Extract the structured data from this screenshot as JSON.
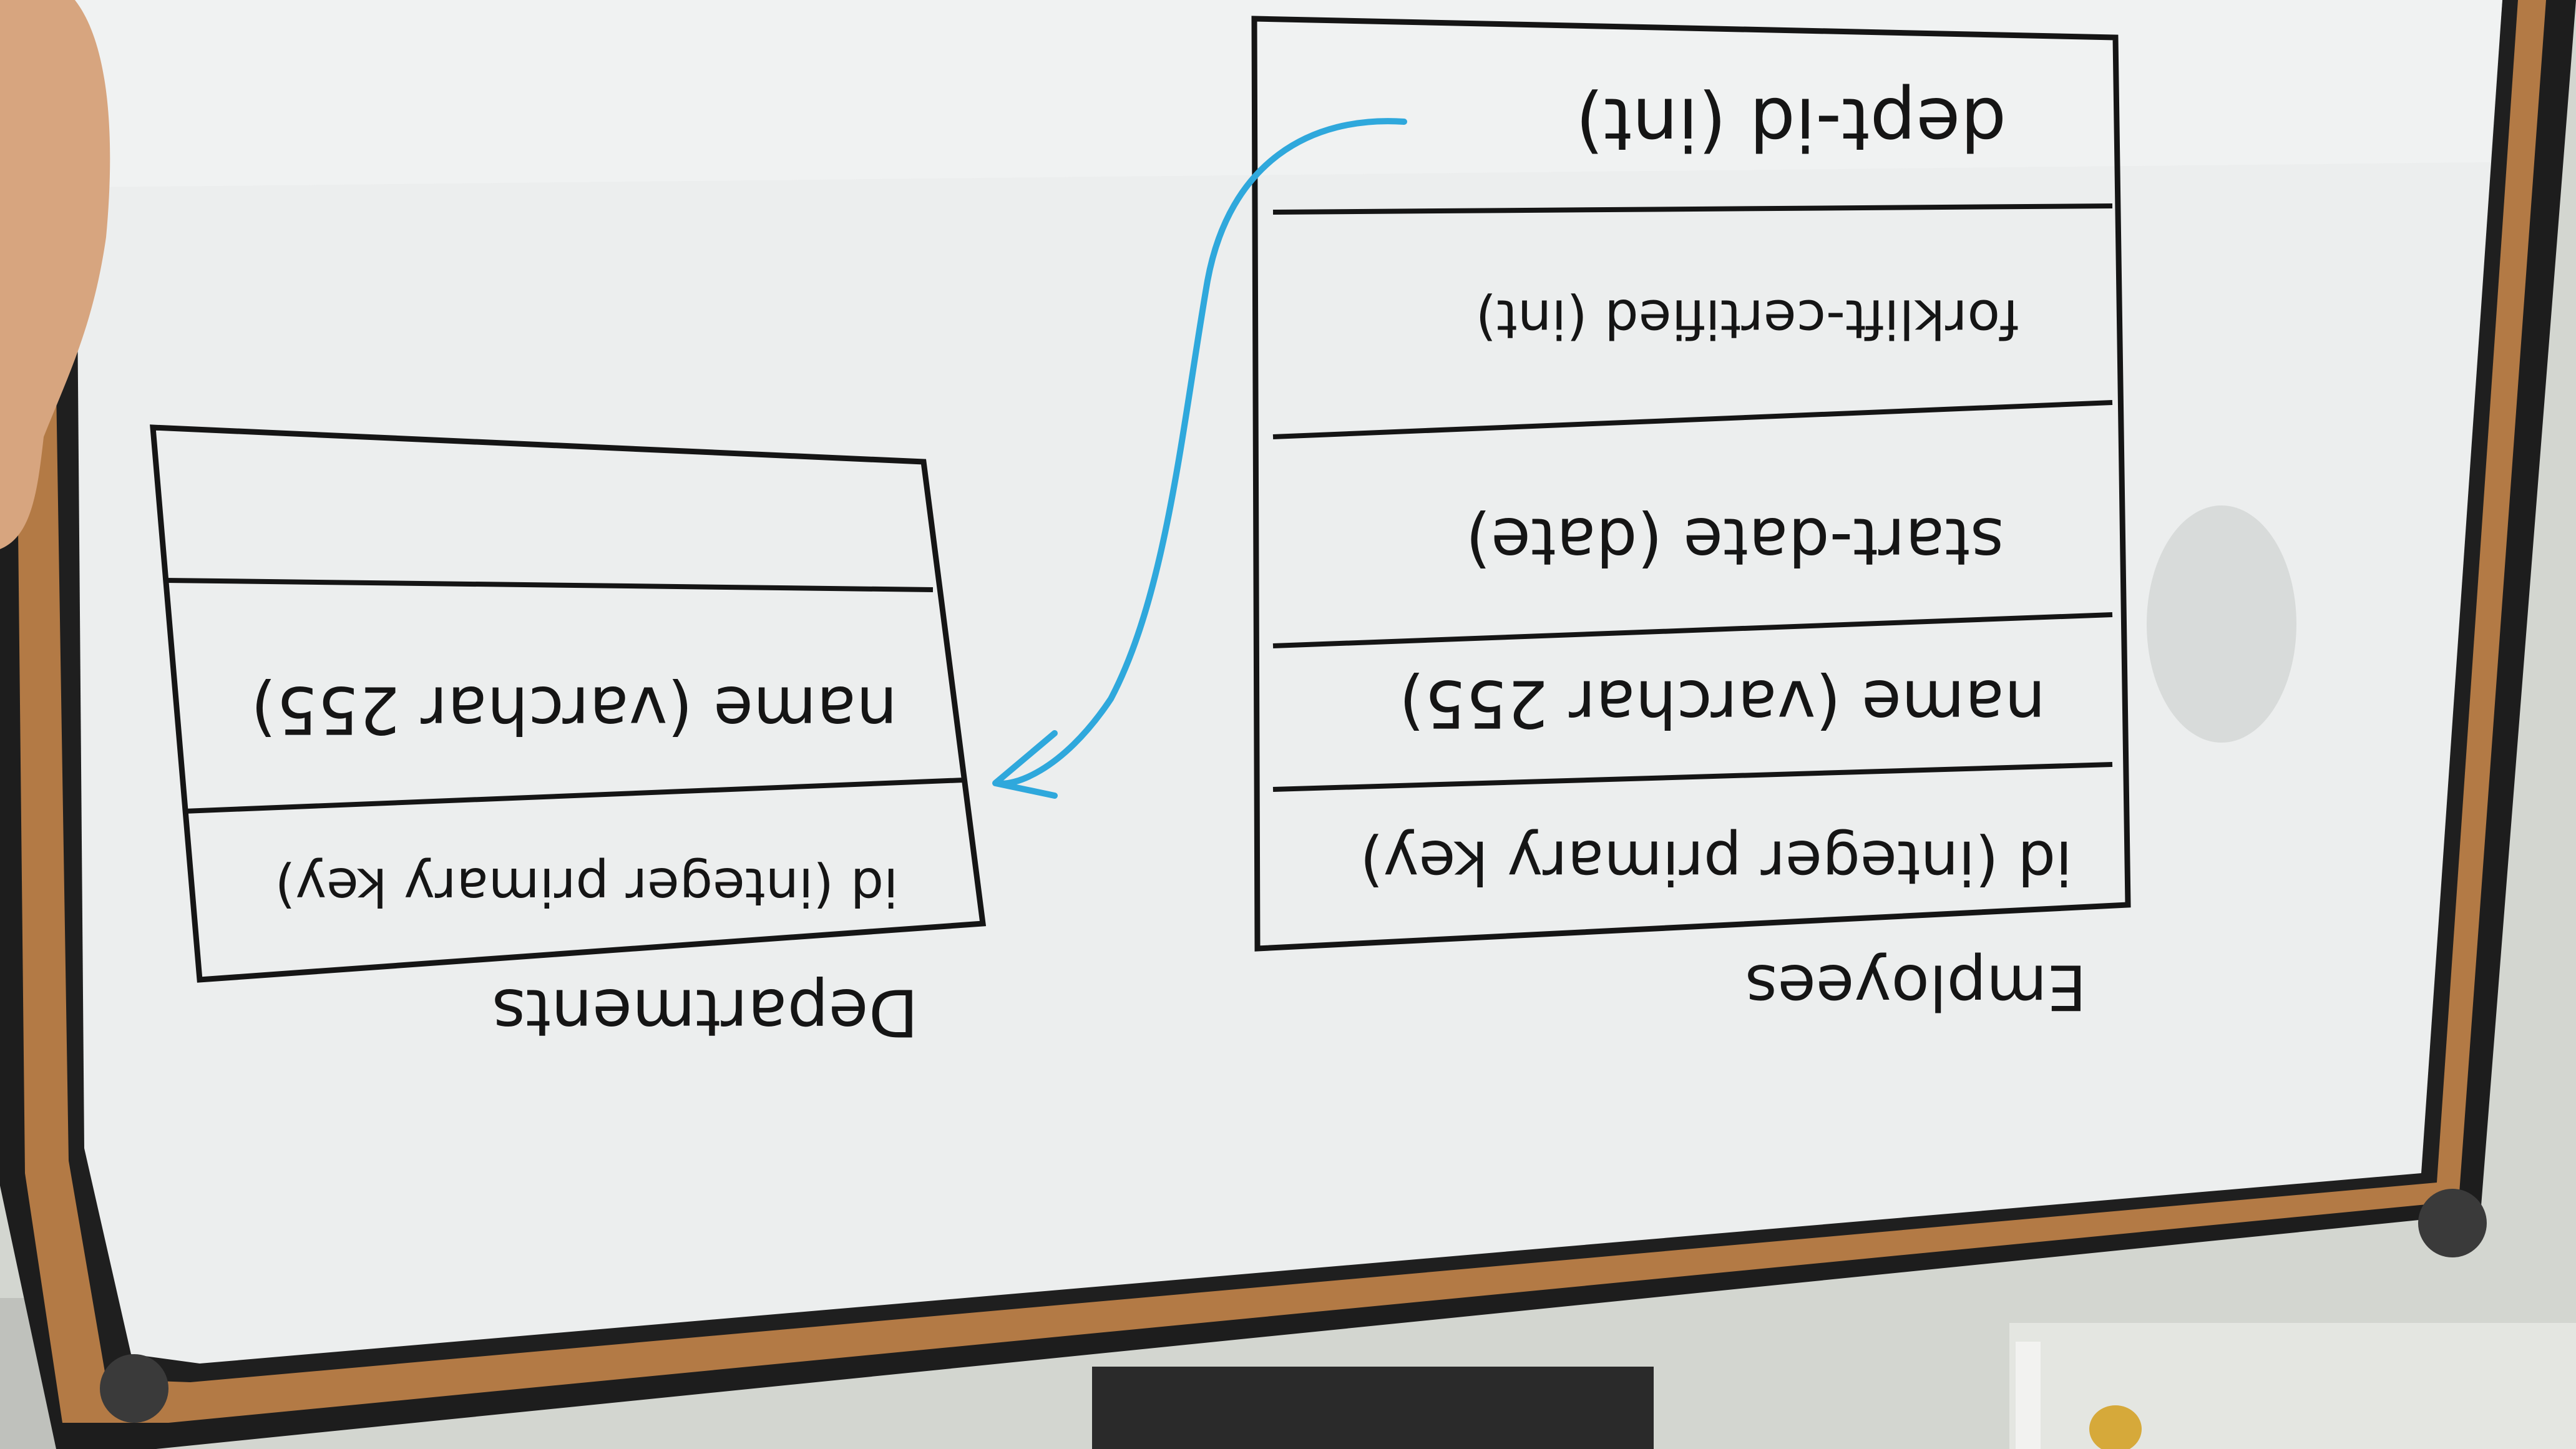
{
  "colors": {
    "board_surface": "#eceeee",
    "board_shadow": "#d6d9d9",
    "cork_frame": "#b37a45",
    "black_frame": "#1d1d1d",
    "marker_black": "#151515",
    "marker_blue": "#2fa8dc",
    "wall": "#d9dcd6",
    "skin": "#d7a57f",
    "door_knob": "#d6a93a"
  },
  "tables": [
    {
      "title": "Employees",
      "rows": [
        "id (integer primary key)",
        "name (varchar 255)",
        "start-date (date)",
        "forklift-certified (int)",
        "dept-id (int)"
      ]
    },
    {
      "title": "Departments",
      "rows": [
        "id (integer primary key)",
        "name (varchar 255)",
        ""
      ]
    }
  ],
  "relationship": {
    "from": "Employees.dept-id",
    "to": "Departments.id",
    "color": "#2fa8dc"
  },
  "icons": {
    "relationship_arrow": "arrow-icon",
    "frame_corner": "frame-corner-icon"
  }
}
